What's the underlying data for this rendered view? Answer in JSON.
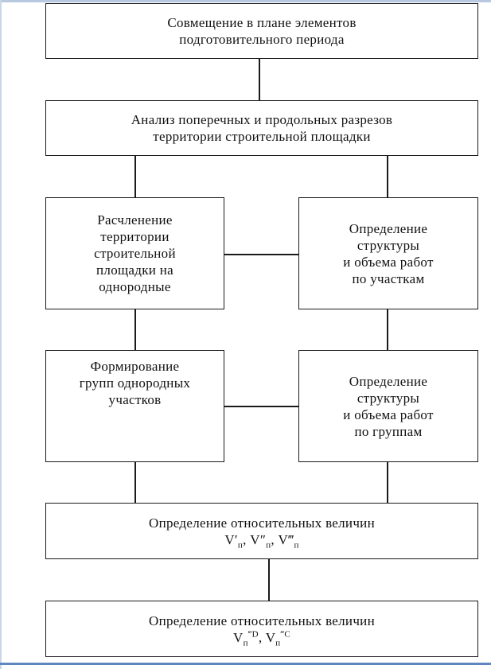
{
  "diagram": {
    "box1": {
      "lines": [
        "Совмещение в плане элементов",
        "подготовительного периода"
      ]
    },
    "box2": {
      "lines": [
        "Анализ поперечных и продольных разрезов",
        "территории строительной площадки"
      ]
    },
    "box3": {
      "lines": [
        "Расчленение",
        "территории",
        "строительной",
        "площадки на",
        "однородные"
      ]
    },
    "box4": {
      "lines": [
        "Определение",
        "структуры",
        "и объема работ",
        "по участкам"
      ]
    },
    "box5": {
      "lines": [
        "Формирование",
        "групп однородных",
        "участков"
      ]
    },
    "box6": {
      "lines": [
        "Определение",
        "структуры",
        "и объема работ",
        "по группам"
      ]
    },
    "box7": {
      "line1": "Определение относительных величин",
      "formula": {
        "base": "V",
        "terms": [
          {
            "prime": "′",
            "sub": "п"
          },
          {
            "prime": "″",
            "sub": "п"
          },
          {
            "prime": "‴",
            "sub": "п"
          }
        ],
        "separator": ","
      }
    },
    "box8": {
      "line1": "Определение относительных величин",
      "formula": {
        "base": "V",
        "terms": [
          {
            "sub": "п",
            "sup": "‴D"
          },
          {
            "sub": "п",
            "sup": "‴C"
          }
        ],
        "separator": ","
      }
    }
  }
}
